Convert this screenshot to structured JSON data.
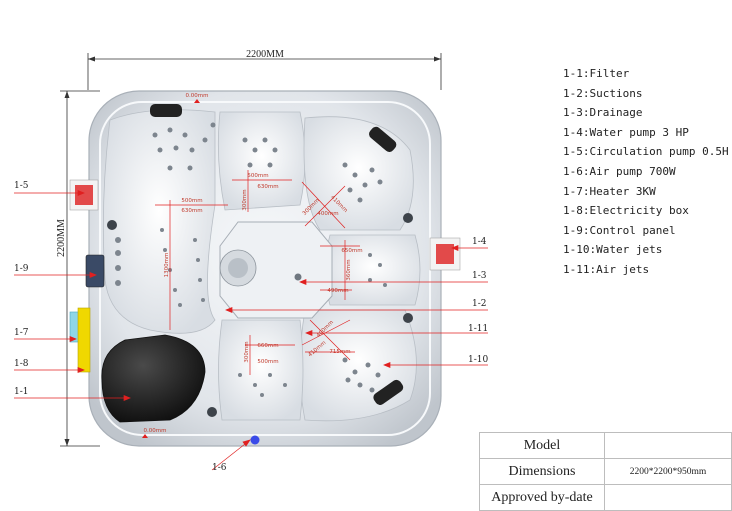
{
  "dimensions": {
    "width_label": "2200MM",
    "height_label": "2200MM"
  },
  "callouts": [
    "1-5",
    "1-9",
    "1-7",
    "1-8",
    "1-1",
    "1-6",
    "1-4",
    "1-3",
    "1-2",
    "1-11",
    "1-10"
  ],
  "measurements": [
    "0.00mm",
    "500mm",
    "630mm",
    "300mm",
    "500mm",
    "630mm",
    "1300mm",
    "300mm",
    "400mm",
    "410mm",
    "650mm",
    "360mm",
    "490mm",
    "660mm",
    "300mm",
    "500mm",
    "400mm",
    "410mm",
    "715mm",
    "0.00mm"
  ],
  "legend": [
    "1-1:Filter",
    "1-2:Suctions",
    "1-3:Drainage",
    "1-4:Water pump 3 HP",
    "1-5:Circulation pump 0.5H",
    "1-6:Air pump 700W",
    "1-7:Heater 3KW",
    "1-8:Electricity box",
    "1-9:Control panel",
    "1-10:Water jets",
    "1-11:Air jets"
  ],
  "spec_table": [
    {
      "label": "Model",
      "value": ""
    },
    {
      "label": "Dimensions",
      "value": "2200*2200*950mm"
    },
    {
      "label": "Approved by-date",
      "value": ""
    }
  ],
  "colors": {
    "accent": "#e02020",
    "tub_shell": "#e2e6ea",
    "filter_lid": "#1c1c1c",
    "heater": "#8fd6e8",
    "electricity_box": "#f0d800"
  }
}
